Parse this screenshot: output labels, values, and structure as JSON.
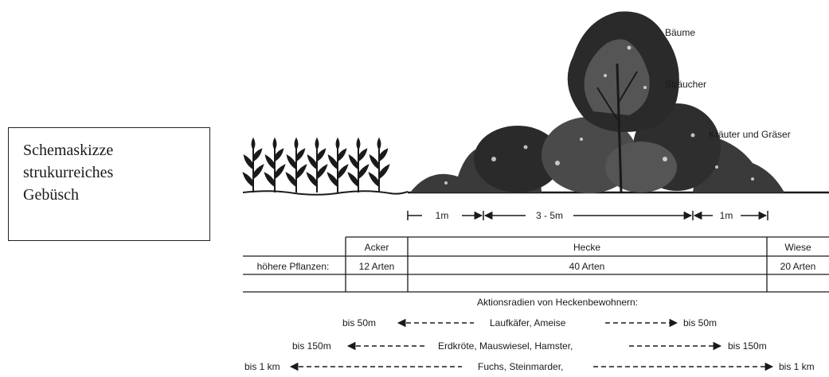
{
  "caption": {
    "line1": "Schemaskizze",
    "line2": "strukurreiches",
    "line3": "Gebüsch"
  },
  "layers": {
    "trees": "Bäume",
    "shrubs": "Sträucher",
    "herbs": "Kräuter und Gräser"
  },
  "widths": {
    "left": "1m",
    "middle": "3 - 5m",
    "right": "1m"
  },
  "table": {
    "row_label": "höhere Pflanzen:",
    "columns": [
      {
        "name": "Acker",
        "value": "12 Arten"
      },
      {
        "name": "Hecke",
        "value": "40 Arten"
      },
      {
        "name": "Wiese",
        "value": "20 Arten"
      }
    ]
  },
  "radii": {
    "title": "Aktionsradien von Heckenbewohnern:",
    "rows": [
      {
        "animals": "Laufkäfer, Ameise",
        "left": "bis 50m",
        "right": "bis 50m"
      },
      {
        "animals": "Erdkröte, Mauswiesel, Hamster,",
        "left": "bis 150m",
        "right": "bis 150m"
      },
      {
        "animals": "Fuchs, Steinmarder,",
        "left": "bis 1 km",
        "right": "bis 1 km"
      }
    ]
  }
}
